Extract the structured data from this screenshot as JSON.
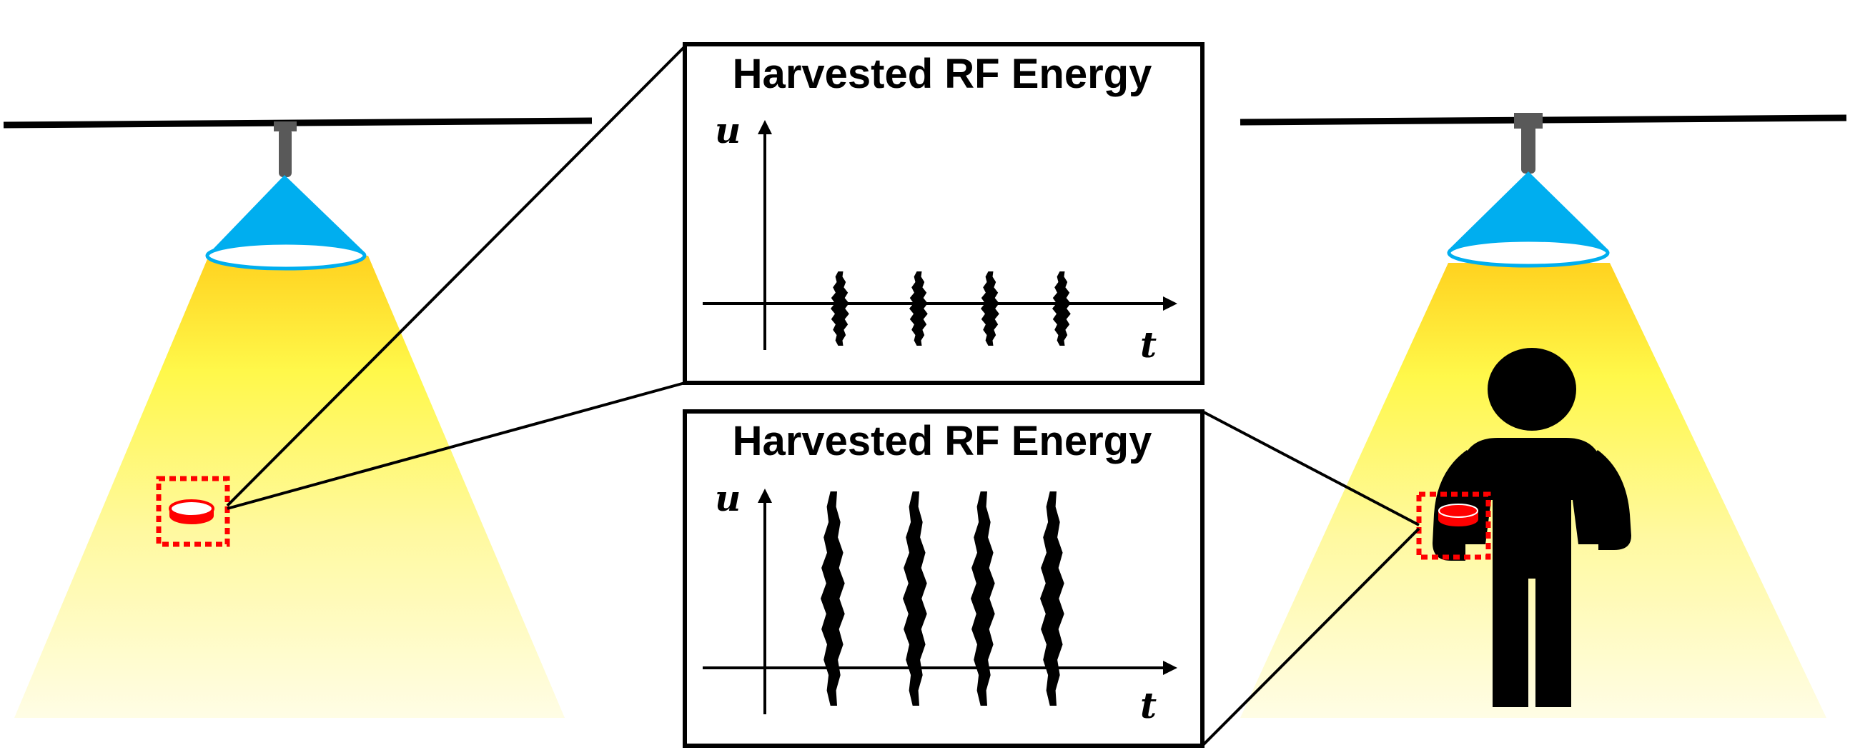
{
  "panels": {
    "top": {
      "title": "Harvested RF Energy",
      "y_label": "u",
      "x_label": "t",
      "pulse_count": 4,
      "pulse_level": "small"
    },
    "bottom": {
      "title": "Harvested RF Energy",
      "y_label": "u",
      "x_label": "t",
      "pulse_count": 4,
      "pulse_level": "large"
    }
  },
  "scenes": {
    "left": {
      "lamp": "ceiling-lamp",
      "sensor": "rf-tag",
      "person_present": false
    },
    "right": {
      "lamp": "ceiling-lamp",
      "sensor": "rf-tag",
      "person_present": true
    }
  },
  "colors": {
    "lamp_shade": "#00AEEF",
    "lamp_stem": "#595959",
    "light_top": "#FFD21F",
    "light_bottom": "#FFFDE5",
    "highlight_box": "#FF0000",
    "person": "#000000"
  }
}
